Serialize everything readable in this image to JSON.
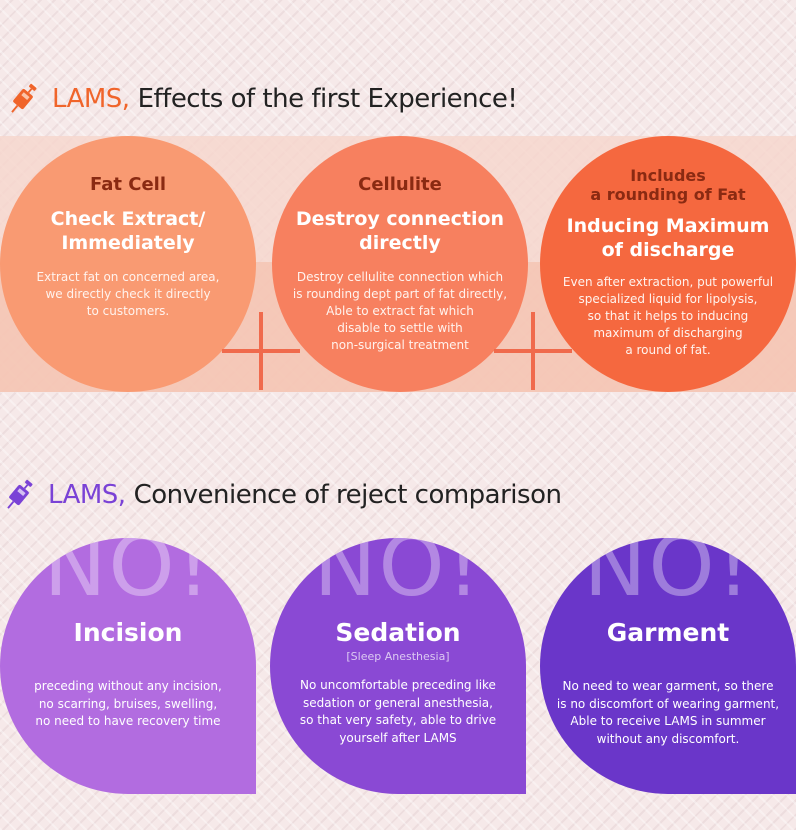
{
  "section1": {
    "brand": "LAMS,",
    "title": "Effects of the first Experience!"
  },
  "effects": [
    {
      "category": "Fat Cell",
      "heading_1": "Check Extract/",
      "heading_2": "Immediately",
      "desc": [
        "Extract fat on concerned area,",
        "we directly check it directly",
        "to customers."
      ]
    },
    {
      "category": "Cellulite",
      "heading_1": "Destroy connection",
      "heading_2": "directly",
      "desc": [
        "Destroy cellulite connection which",
        "is rounding dept part of fat directly,",
        "Able to extract fat which",
        "disable to settle with",
        "non-surgical treatment"
      ]
    },
    {
      "category_1": "Includes",
      "category_2": "a rounding of Fat",
      "heading_1": "Inducing Maximum",
      "heading_2": "of discharge",
      "desc": [
        "Even after extraction, put powerful",
        "specialized liquid for lipolysis,",
        "so that it helps to inducing",
        "maximum of discharging",
        "a round of fat."
      ]
    }
  ],
  "section2": {
    "brand": "LAMS,",
    "title": "Convenience of reject comparison"
  },
  "conveniences": [
    {
      "badge": "NO!",
      "title": "Incision",
      "desc": [
        "preceding without any incision,",
        "no scarring, bruises, swelling,",
        "no need to have recovery time"
      ]
    },
    {
      "badge": "NO!",
      "title": "Sedation",
      "subtitle": "[Sleep Anesthesia]",
      "desc": [
        "No uncomfortable preceding like",
        "sedation or general anesthesia,",
        "so that very safety, able to drive",
        "yourself after LAMS"
      ]
    },
    {
      "badge": "NO!",
      "title": "Garment",
      "desc": [
        "No need to wear garment, so there",
        "is no discomfort of wearing garment,",
        "Able to receive LAMS in summer",
        "without any discomfort."
      ]
    }
  ],
  "colors": {
    "circle1": "#f99a72",
    "circle2": "#f7805f",
    "circle3": "#f5683f",
    "petal1": "#b26ce0",
    "petal2": "#8a49d4",
    "petal3": "#6a36c9",
    "brand_orange": "#f0642a",
    "brand_purple": "#7a42d6"
  },
  "icons": {
    "section1": "syringe-icon",
    "section2": "syringe-icon"
  }
}
